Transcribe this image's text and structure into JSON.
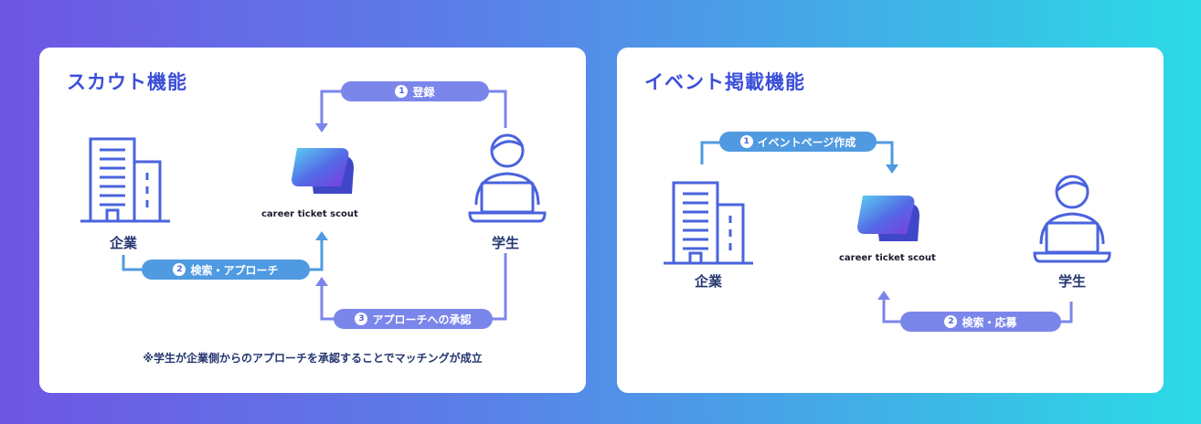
{
  "scout": {
    "title": "スカウト機能",
    "company_label": "企業",
    "student_label": "学生",
    "brand": "career ticket scout",
    "steps": [
      {
        "num": "1",
        "text": "登録"
      },
      {
        "num": "2",
        "text": "検索・アプローチ"
      },
      {
        "num": "3",
        "text": "アプローチへの承認"
      }
    ],
    "note": "※学生が企業側からのアプローチを承認することでマッチングが成立"
  },
  "event": {
    "title": "イベント掲載機能",
    "company_label": "企業",
    "student_label": "学生",
    "brand": "career ticket scout",
    "steps": [
      {
        "num": "1",
        "text": "イベントページ作成"
      },
      {
        "num": "2",
        "text": "検索・応募"
      }
    ]
  },
  "colors": {
    "icon_blue": "#4a63de",
    "pill_purple": "#7b86ea",
    "pill_blue": "#4f9ae0",
    "title_blue": "#3b4fd9"
  }
}
